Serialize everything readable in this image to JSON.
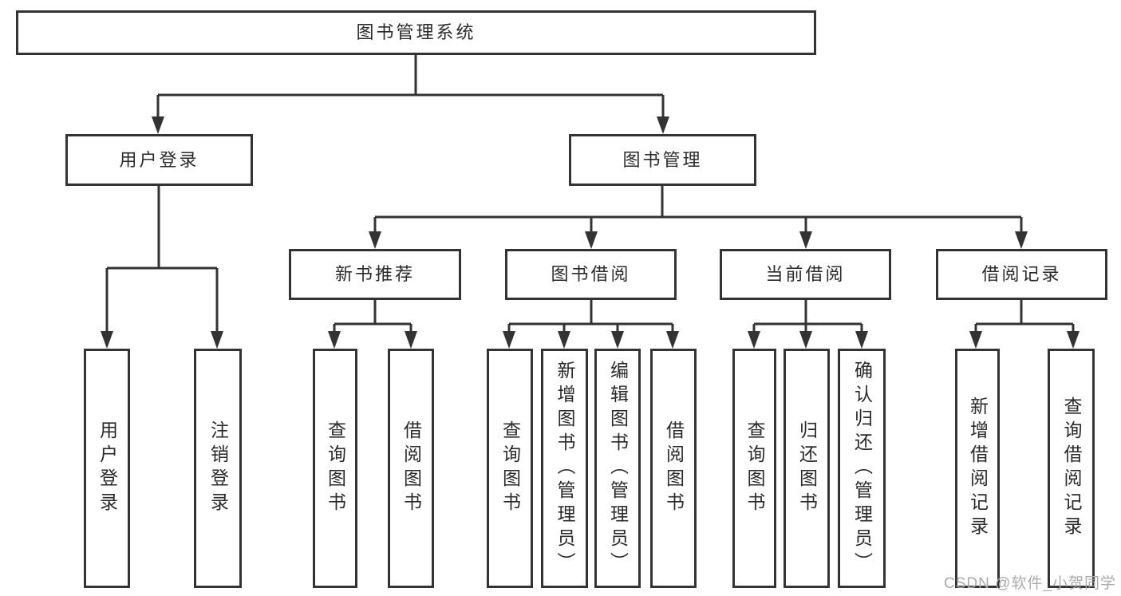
{
  "root": {
    "label": "图书管理系统"
  },
  "user": {
    "label": "用户登录",
    "children": [
      {
        "label": "用户登录"
      },
      {
        "label": "注销登录"
      }
    ]
  },
  "book": {
    "label": "图书管理",
    "sections": [
      {
        "label": "新书推荐",
        "children": [
          {
            "label": "查询图书"
          },
          {
            "label": "借阅图书"
          }
        ]
      },
      {
        "label": "图书借阅",
        "children": [
          {
            "label": "查询图书"
          },
          {
            "label": "新增图书（管理员）"
          },
          {
            "label": "编辑图书（管理员）"
          },
          {
            "label": "借阅图书"
          }
        ]
      },
      {
        "label": "当前借阅",
        "children": [
          {
            "label": "查询图书"
          },
          {
            "label": "归还图书"
          },
          {
            "label": "确认归还（管理员）"
          }
        ]
      },
      {
        "label": "借阅记录",
        "children": [
          {
            "label": "新增借阅记录"
          },
          {
            "label": "查询借阅记录"
          }
        ]
      }
    ]
  },
  "watermark": "CSDN @软件_小贺同学",
  "colors": {
    "line": "#333333",
    "text": "#2a2a2a",
    "watermark": "#ababab",
    "background": "#ffffff"
  }
}
